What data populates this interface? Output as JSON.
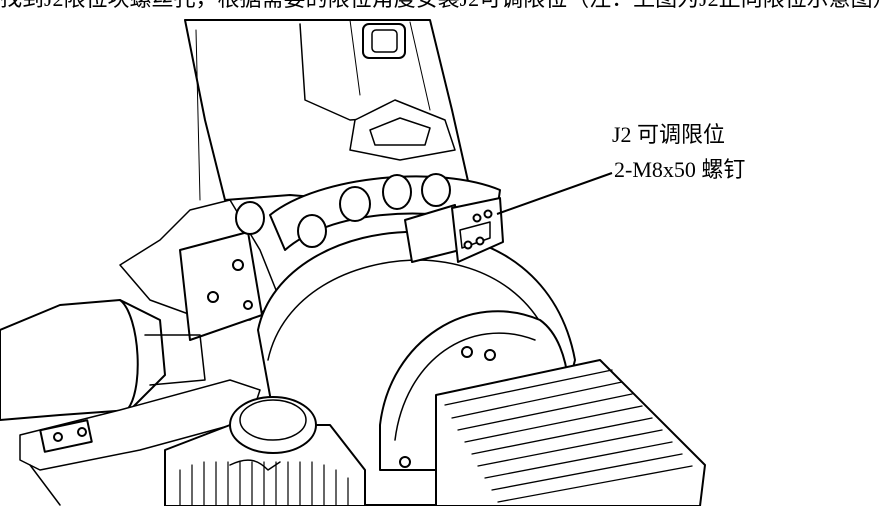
{
  "caption_top": "找到J2限位块螺丝孔，根据需要的限位角度安装J2可调限位（注：上图为J2正向限位示意图）",
  "callout": {
    "line1": "J2 可调限位",
    "line2": "2-M8x50 螺钉"
  },
  "colors": {
    "stroke": "#000000",
    "paper": "#ffffff",
    "shade": "#e9e9e9"
  }
}
